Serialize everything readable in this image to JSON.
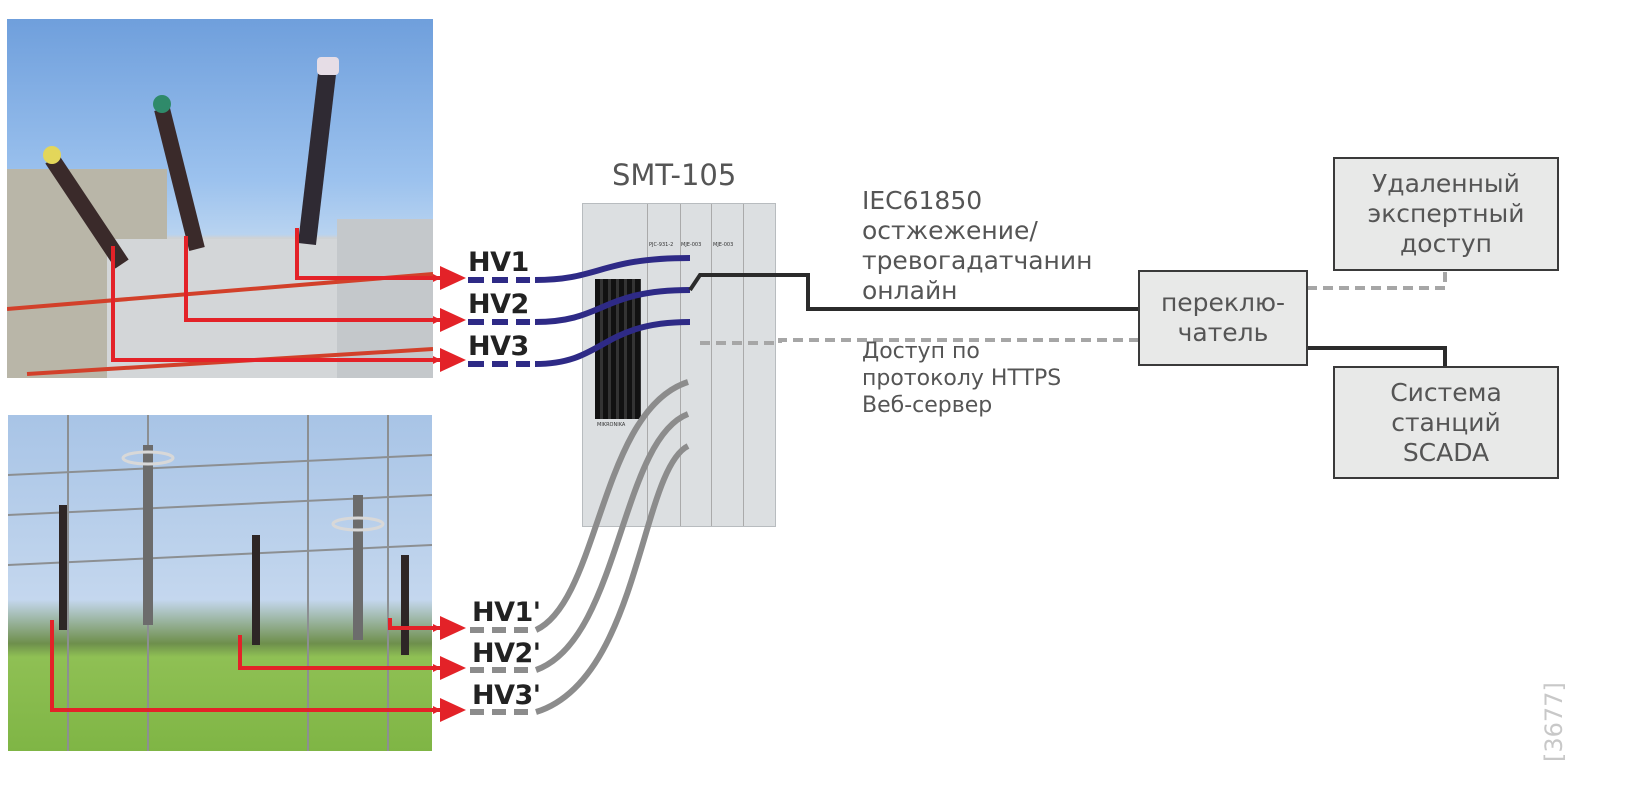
{
  "device": {
    "title": "SMT-105",
    "modules": [
      "PJC-931-2",
      "MJE-003",
      "MJE-003"
    ],
    "brand": "MIKRONIKA"
  },
  "inputs_top": {
    "photo": "power-transformer-photo",
    "labels": [
      "HV1",
      "HV2",
      "HV3"
    ],
    "cable_color": "#2e2a86"
  },
  "inputs_bottom": {
    "photo": "substation-switchyard-photo",
    "labels": [
      "HV1'",
      "HV2'",
      "HV3'"
    ],
    "cable_color": "#8c8c8c"
  },
  "links": {
    "iec_label": "IEC61850\nостжежение/\nтревогадатчанин\nонлайн",
    "https_label": "Доступ по\nпротоколу HTTPS\nВеб-сервер"
  },
  "nodes": {
    "switch": "переклю-\nчатель",
    "remote": "Удаленный\nэкспертный\nдоступ",
    "scada": "Система\nстанций\nSCADA"
  },
  "colors": {
    "arrow_red": "#e32228",
    "solid_link": "#2b2b2b",
    "dashed_link": "#a6a6a6",
    "box_fill": "#e8e9e8",
    "text": "#555555"
  },
  "watermark": "[3677]"
}
